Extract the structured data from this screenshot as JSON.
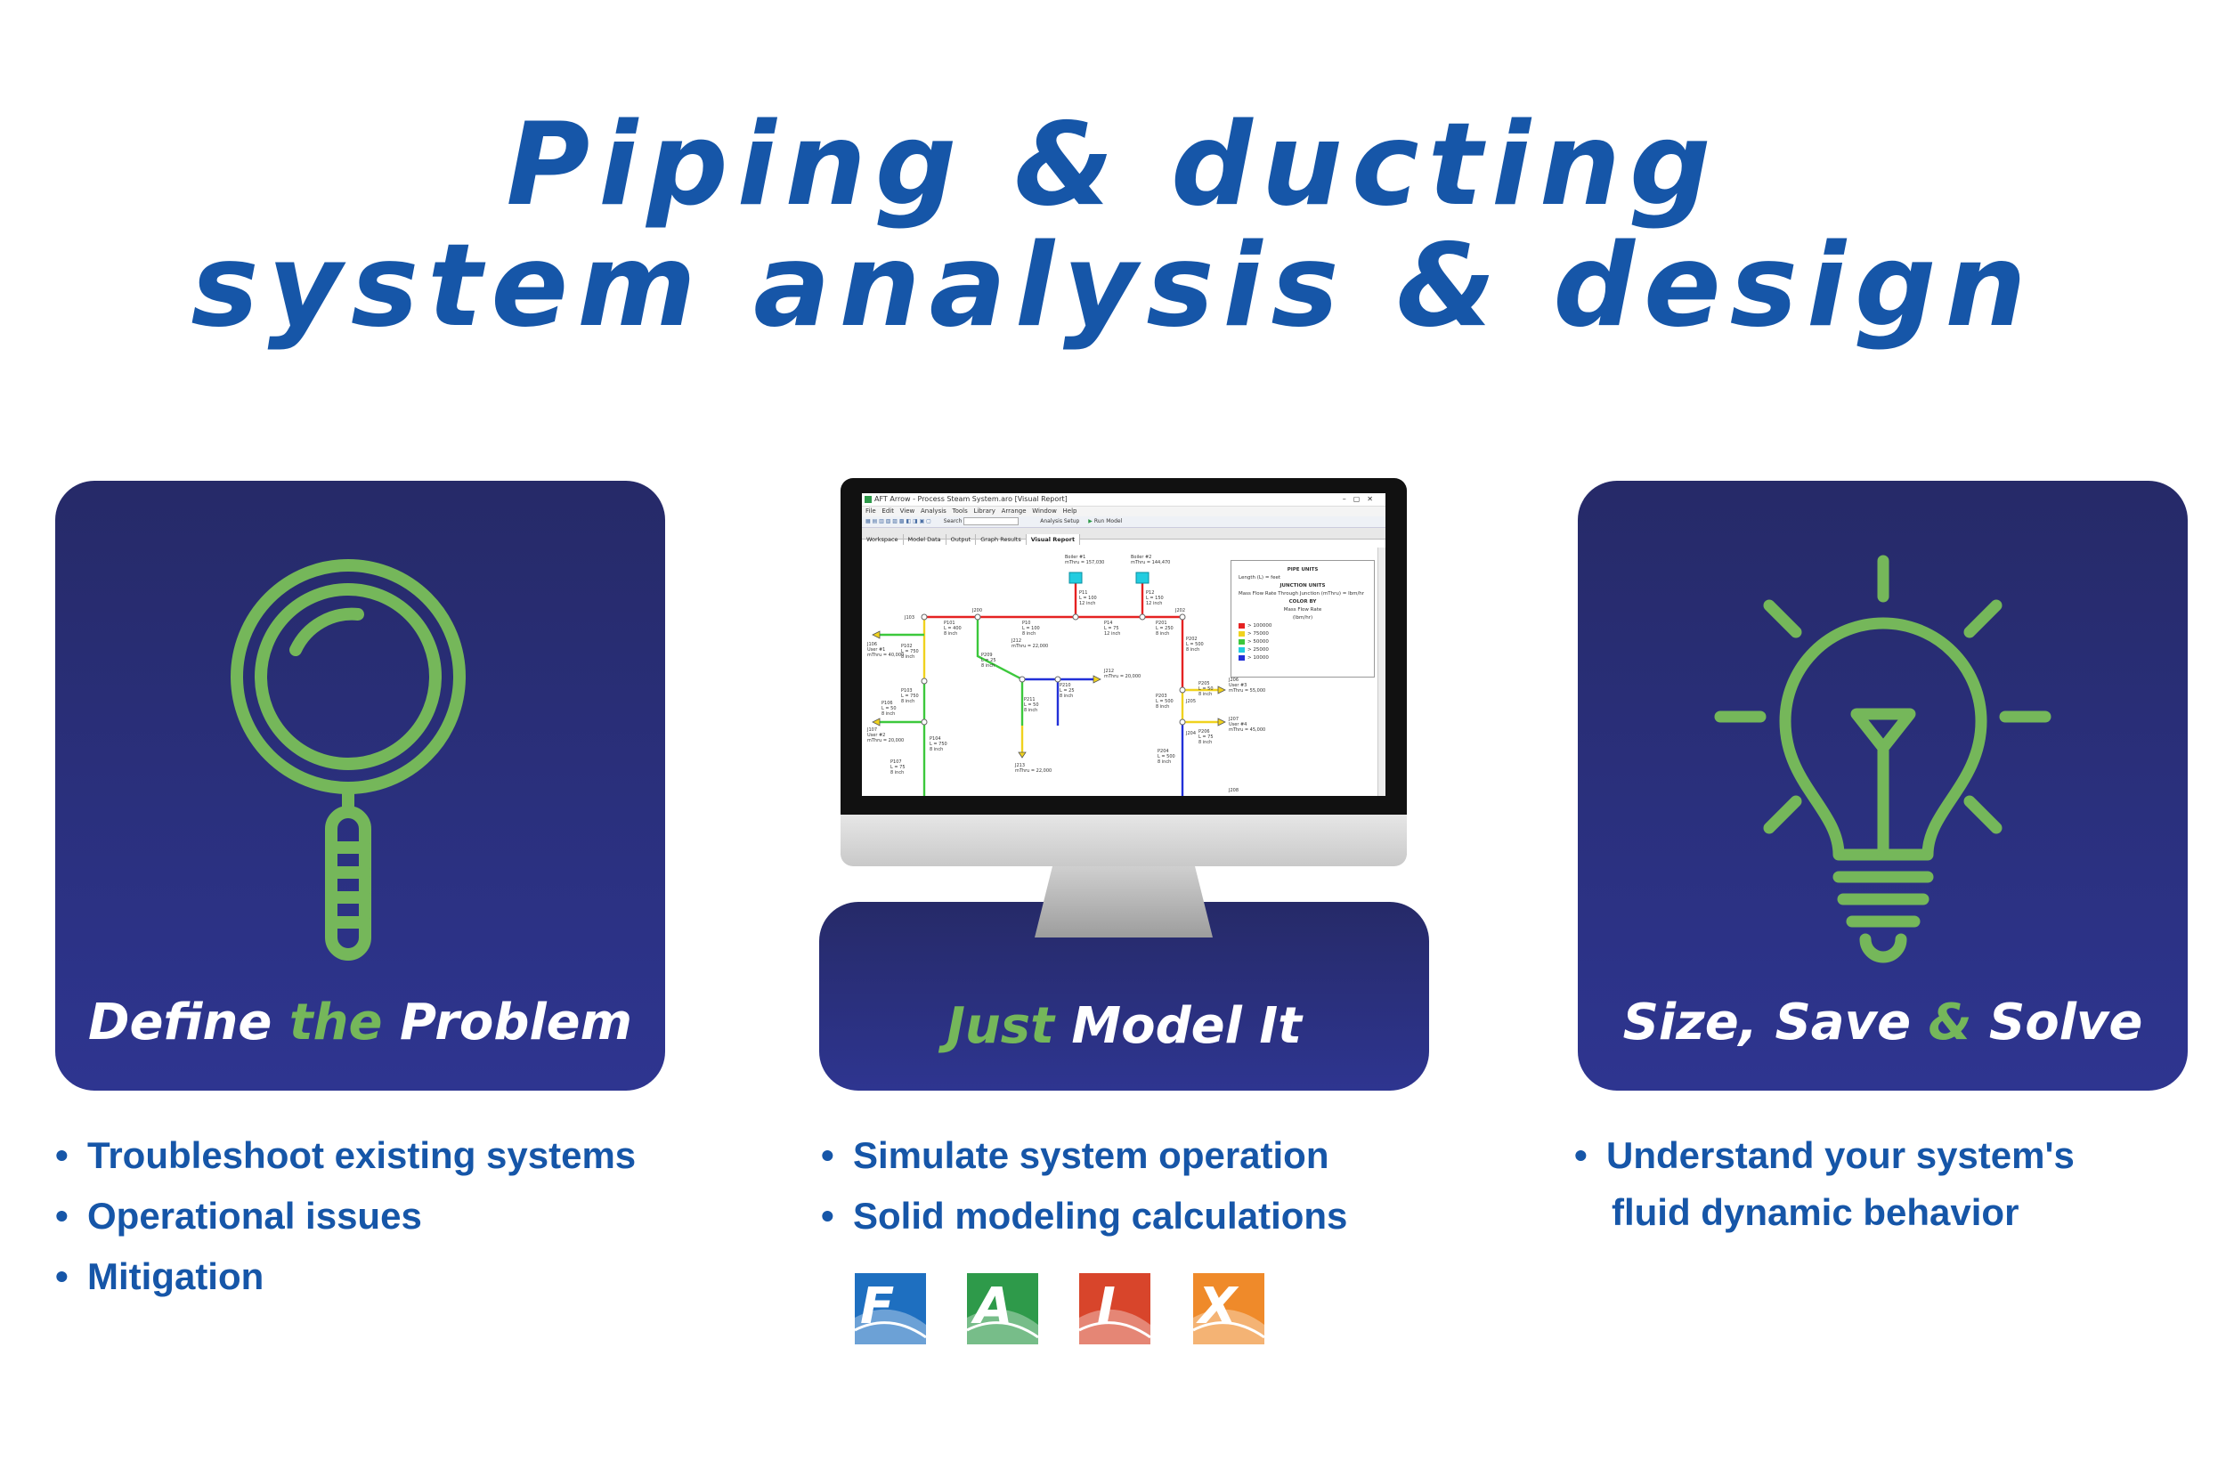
{
  "headline": {
    "line1": "Piping & ducting",
    "line2": "system analysis & design"
  },
  "colors": {
    "brand_blue": "#1656a8",
    "card_navy": "#2a2f7c",
    "accent_green": "#75b75a"
  },
  "cards": {
    "define": {
      "title_part1": "Define ",
      "title_accent": "the",
      "title_part2": " Problem",
      "icon": "magnifying-glass-icon"
    },
    "model": {
      "title_accent": "Just",
      "title_part2": " Model It",
      "icon": "monitor"
    },
    "size": {
      "title_part1": "Size, Save ",
      "title_accent": "&",
      "title_part2": " Solve",
      "icon": "lightbulb-icon"
    }
  },
  "bullets": {
    "define": [
      "Troubleshoot existing systems",
      "Operational issues",
      "Mitigation"
    ],
    "model": [
      "Simulate system operation",
      "Solid modeling calculations"
    ],
    "size": [
      "Understand your system's",
      "fluid dynamic behavior"
    ],
    "bullet_char": "•"
  },
  "product_logos": [
    {
      "letter": "F",
      "color": "#1e6fc0"
    },
    {
      "letter": "A",
      "color": "#2e9a4a"
    },
    {
      "letter": "I",
      "color": "#d8452b"
    },
    {
      "letter": "X",
      "color": "#ef8a2a"
    }
  ],
  "screen": {
    "window_title": "AFT Arrow - Process Steam System.aro [Visual Report]",
    "menu": [
      "File",
      "Edit",
      "View",
      "Analysis",
      "Tools",
      "Library",
      "Arrange",
      "Window",
      "Help"
    ],
    "toolbar": {
      "analysis_setup": "Analysis Setup",
      "run_model": "Run Model",
      "search": "Search"
    },
    "tabs": [
      "Workspace",
      "Model Data",
      "Output",
      "Graph Results",
      "Visual Report"
    ],
    "legend": {
      "pipe_units": "PIPE UNITS",
      "length": "Length (L) = feet",
      "junction_units": "JUNCTION UNITS",
      "mass_flow": "Mass Flow Rate Through Junction (mThru) = lbm/hr",
      "color_by": "COLOR BY",
      "color_by_value": "Mass Flow Rate",
      "color_by_unit": "(lbm/hr)",
      "rows": [
        {
          "label": "> 100000",
          "color": "#e52222"
        },
        {
          "label": "> 75000",
          "color": "#f0d21e"
        },
        {
          "label": "> 50000",
          "color": "#3cc83c"
        },
        {
          "label": "> 25000",
          "color": "#22cce0"
        },
        {
          "label": "> 10000",
          "color": "#2230d8"
        }
      ]
    },
    "labels": {
      "boiler1": "Boiler #1",
      "boiler1_flow": "mThru = 157,030",
      "boiler2": "Boiler #2",
      "boiler2_flow": "mThru = 144,470",
      "p11": "P11",
      "p11_len": "L = 100",
      "p11_size": "12 inch",
      "p12": "P12",
      "p12_len": "L = 150",
      "p12_size": "12 inch",
      "j200": "J200",
      "j202": "J202",
      "j103": "J103",
      "p101": "P101",
      "p101_len": "L = 400",
      "p101_size": "8 inch",
      "p10": "P10",
      "p10_len": "L = 100",
      "p10_size": "8 inch",
      "p14": "P14",
      "p14_len": "L = 75",
      "p14_size": "12 inch",
      "p201": "P201",
      "p201_len": "L = 250",
      "p201_size": "8 inch",
      "p202": "P202",
      "p202_len": "L = 500",
      "p202_size": "8 inch",
      "j106": "J106",
      "j106_user": "User #1",
      "j106_flow": "mThru = 40,000",
      "j212": "J212",
      "j212_flow": "mThru = 22,000",
      "p209": "P209",
      "p209_len": "L = 25",
      "p209_size": "8 inch",
      "j212b": "J212",
      "j212b_flow": "mThru = 20,000",
      "p211": "P211",
      "p211_len": "L = 50",
      "p211_size": "8 inch",
      "p210": "P210",
      "p210_len": "L = 25",
      "p210_size": "8 inch",
      "j213": "J213",
      "j213_flow": "mThru = 22,000",
      "p102": "P102",
      "p102_len": "L = 750",
      "p102_size": "8 inch",
      "p103": "P103",
      "p103_len": "L = 750",
      "p103_size": "8 inch",
      "p106": "P106",
      "p106_len": "L = 50",
      "p106_size": "8 inch",
      "j107": "J107",
      "j107_user": "User #2",
      "j107_flow": "mThru = 20,000",
      "p104": "P104",
      "p104_len": "L = 750",
      "p104_size": "8 inch",
      "p107": "P107",
      "p107_len": "L = 75",
      "p107_size": "8 inch",
      "p203": "P203",
      "p203_len": "L = 500",
      "p203_size": "8 inch",
      "p205": "P205",
      "p205_len": "L = 50",
      "p205_size": "8 inch",
      "j206": "J206",
      "j206_user": "User #3",
      "j206_flow": "mThru = 55,000",
      "p206": "P206",
      "p206_len": "L = 75",
      "p206_size": "8 inch",
      "j207": "J207",
      "j207_user": "User #4",
      "j207_flow": "mThru = 45,000",
      "p204": "P204",
      "p204_len": "L = 500",
      "p204_size": "8 inch",
      "j205": "J205",
      "j204": "J204",
      "j208": "J208"
    }
  }
}
